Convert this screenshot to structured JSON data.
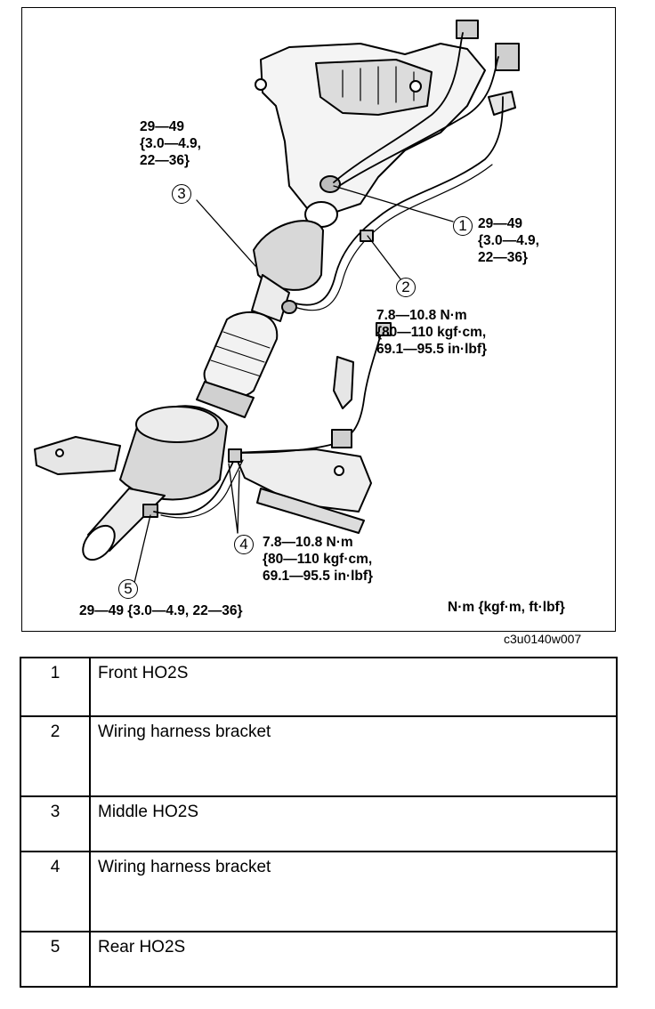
{
  "diagram": {
    "callouts": [
      {
        "id": "1",
        "torque": "29—49\n{3.0—4.9,\n22—36}"
      },
      {
        "id": "2",
        "torque": "7.8—10.8 N·m\n{80—110 kgf·cm,\n69.1—95.5 in·lbf}"
      },
      {
        "id": "3",
        "torque": "29—49\n{3.0—4.9,\n22—36}"
      },
      {
        "id": "4",
        "torque": "7.8—10.8 N·m\n{80—110 kgf·cm,\n69.1—95.5 in·lbf}"
      },
      {
        "id": "5",
        "torque": "29—49 {3.0—4.9, 22—36}"
      }
    ],
    "unit_note": "N·m {kgf·m, ft·lbf}",
    "figure_code": "c3u0140w007"
  },
  "parts": [
    {
      "no": "1",
      "name": "Front HO2S"
    },
    {
      "no": "2",
      "name": "Wiring harness bracket"
    },
    {
      "no": "3",
      "name": "Middle HO2S"
    },
    {
      "no": "4",
      "name": "Wiring harness bracket"
    },
    {
      "no": "5",
      "name": "Rear HO2S"
    }
  ]
}
